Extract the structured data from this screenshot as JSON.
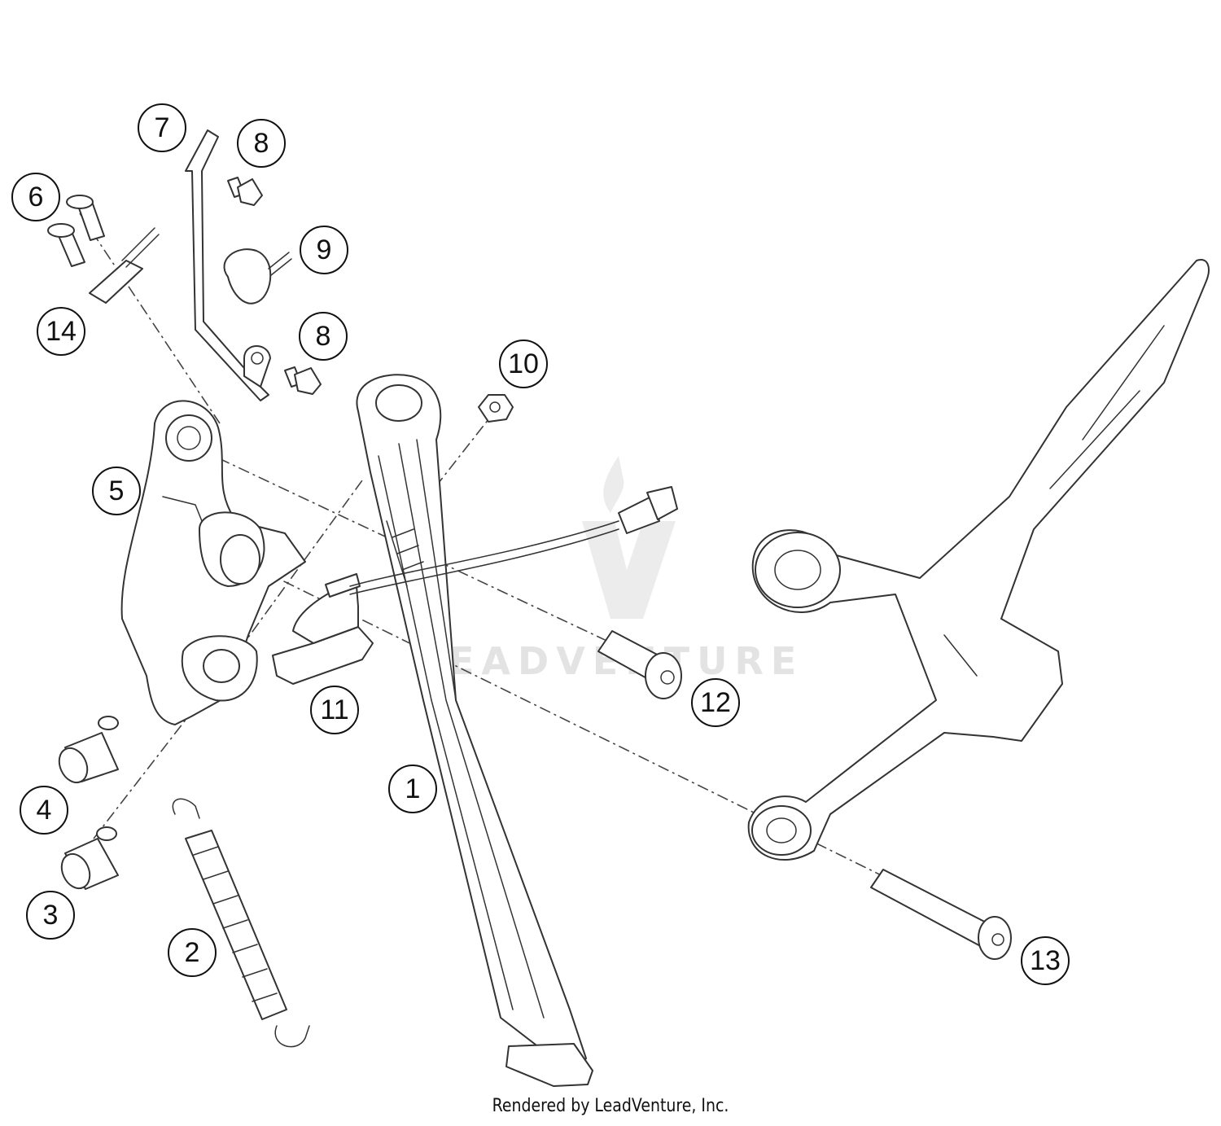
{
  "diagram": {
    "callouts": [
      {
        "id": "1",
        "label": "1"
      },
      {
        "id": "2",
        "label": "2"
      },
      {
        "id": "3",
        "label": "3"
      },
      {
        "id": "4",
        "label": "4"
      },
      {
        "id": "5",
        "label": "5"
      },
      {
        "id": "6",
        "label": "6"
      },
      {
        "id": "7",
        "label": "7"
      },
      {
        "id": "8a",
        "label": "8"
      },
      {
        "id": "8b",
        "label": "8"
      },
      {
        "id": "9",
        "label": "9"
      },
      {
        "id": "10",
        "label": "10"
      },
      {
        "id": "11",
        "label": "11"
      },
      {
        "id": "12",
        "label": "12"
      },
      {
        "id": "13",
        "label": "13"
      },
      {
        "id": "14",
        "label": "14"
      }
    ],
    "watermark": "LEADVENTURE"
  },
  "footer": {
    "credit": "Rendered by LeadVenture, Inc."
  }
}
